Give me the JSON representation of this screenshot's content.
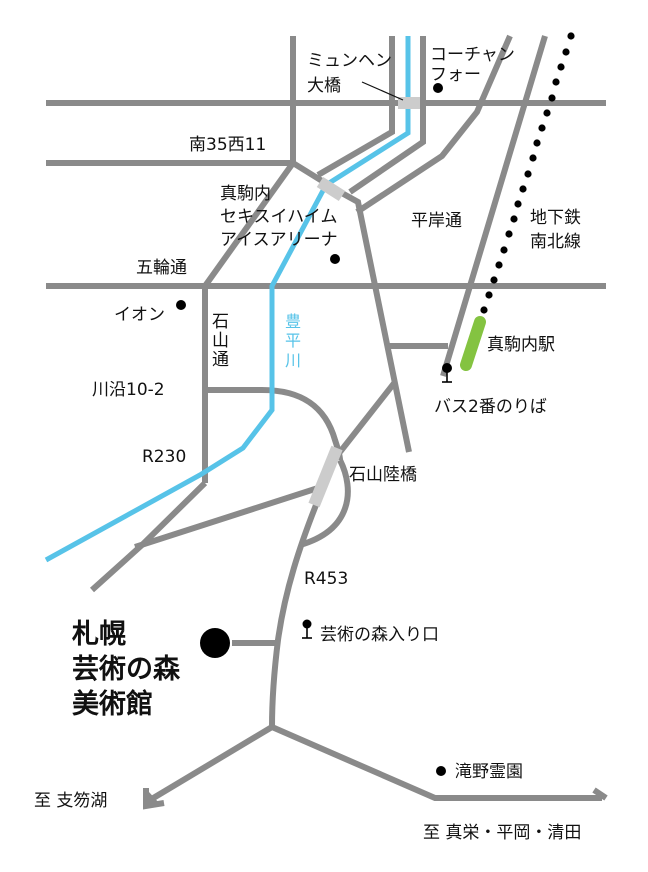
{
  "map": {
    "title_lines": [
      "札幌",
      "芸術の森",
      "美術館"
    ],
    "colors": {
      "road": "#8a8a8a",
      "river": "#57c3e8",
      "bridge": "#cccccc",
      "station": "#84c341",
      "text": "#111111"
    },
    "labels": {
      "munchen_bridge_line1": "ミュンヘン",
      "munchen_bridge_line2": "大橋",
      "co_chanfo_line1": "コーチャン",
      "co_chanfo_line2": "フォー",
      "minami35nishi11": "南35西11",
      "arena_line1": "真駒内",
      "arena_line2": "セキスイハイム",
      "arena_line3": "アイスアリーナ",
      "gorin_dori": "五輪通",
      "hiragishi_dori": "平岸通",
      "subway_line1": "地下鉄",
      "subway_line2": "南北線",
      "aeon": "イオン",
      "ishiyama_dori_1": "石",
      "ishiyama_dori_2": "山",
      "ishiyama_dori_3": "通",
      "toyohira_river_1": "豊",
      "toyohira_river_2": "平",
      "toyohira_river_3": "川",
      "makomanai_station": "真駒内駅",
      "bus_stop_2": "バス2番のりば",
      "kawazoe": "川沿10-2",
      "r230": "R230",
      "ishiyama_rikkyo": "石山陸橋",
      "r453": "R453",
      "geijutsu_entrance": "芸術の森入り口",
      "takino_cemetery": "滝野霊園",
      "to_shikotsu": "至 支笏湖",
      "to_makae": "至 真栄・平岡・清田"
    },
    "icons": {
      "point": "filled-circle-marker",
      "bus_stop": "bus-stop-pin",
      "museum": "large-filled-circle",
      "subway": "dotted-line",
      "station": "green-station-bar",
      "arrow": "direction-arrow"
    }
  }
}
